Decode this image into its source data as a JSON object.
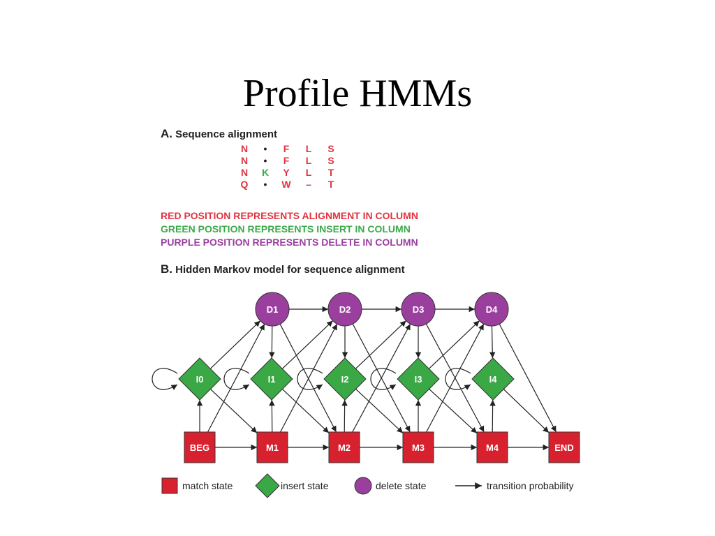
{
  "title": "Profile HMMs",
  "section_a": {
    "letter": "A.",
    "heading": "Sequence alignment"
  },
  "alignment": {
    "rows": [
      [
        "N",
        "•",
        "F",
        "L",
        "S"
      ],
      [
        "N",
        "•",
        "F",
        "L",
        "S"
      ],
      [
        "N",
        "K",
        "Y",
        "L",
        "T"
      ],
      [
        "Q",
        "•",
        "W",
        "–",
        "T"
      ]
    ],
    "cell_colors": [
      [
        "#e03440",
        "#222222",
        "#e03440",
        "#e03440",
        "#e03440"
      ],
      [
        "#e03440",
        "#222222",
        "#e03440",
        "#e03440",
        "#e03440"
      ],
      [
        "#e03440",
        "#3aaa48",
        "#e03440",
        "#e03440",
        "#e03440"
      ],
      [
        "#e03440",
        "#222222",
        "#e03440",
        "#9a3fa0",
        "#e03440"
      ]
    ]
  },
  "color_legend": [
    {
      "text": "RED POSITION REPRESENTS ALIGNMENT IN COLUMN",
      "color": "#e03440"
    },
    {
      "text": "GREEN POSITION REPRESENTS INSERT IN COLUMN",
      "color": "#3aaa48"
    },
    {
      "text": "PURPLE POSITION REPRESENTS DELETE IN COLUMN",
      "color": "#9a3fa0"
    }
  ],
  "section_b": {
    "letter": "B.",
    "heading": "Hidden Markov model for sequence alignment"
  },
  "hmm": {
    "match_states": [
      "BEG",
      "M1",
      "M2",
      "M3",
      "M4",
      "END"
    ],
    "insert_states": [
      "I0",
      "I1",
      "I2",
      "I3",
      "I4"
    ],
    "delete_states": [
      "D1",
      "D2",
      "D3",
      "D4"
    ]
  },
  "key": {
    "match": "match state",
    "insert": "insert state",
    "delete": "delete state",
    "transition": "transition probability"
  },
  "colors": {
    "match": "#d8212e",
    "insert": "#3aa845",
    "delete": "#9b3f9e",
    "arrow": "#222222"
  }
}
